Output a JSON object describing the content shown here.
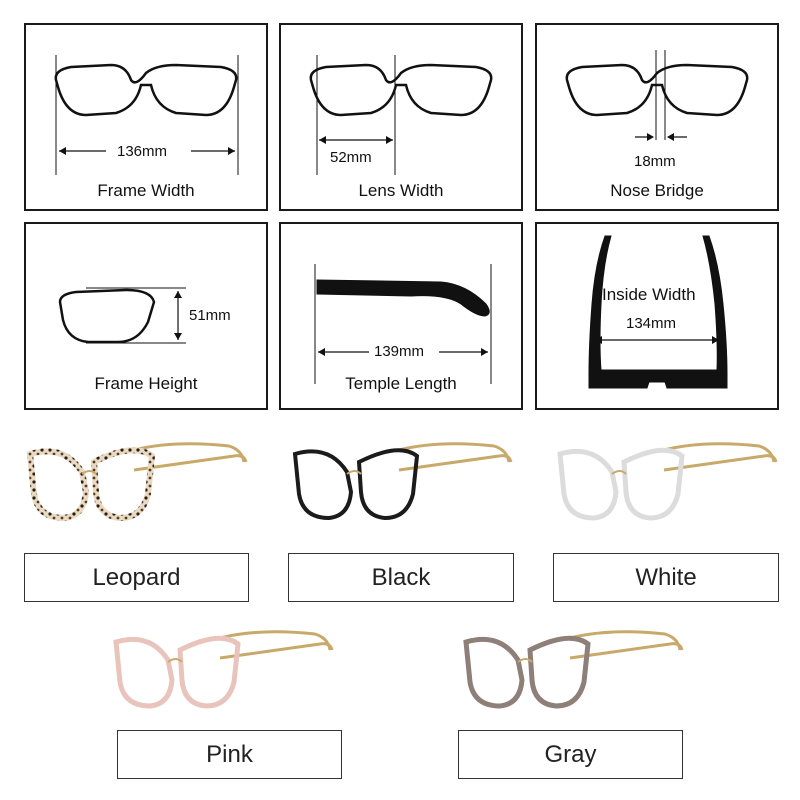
{
  "measurements": {
    "frame_width": {
      "label": "Frame Width",
      "value": "136mm"
    },
    "lens_width": {
      "label": "Lens Width",
      "value": "52mm"
    },
    "nose_bridge": {
      "label": "Nose Bridge",
      "value": "18mm"
    },
    "frame_height": {
      "label": "Frame Height",
      "value": "51mm"
    },
    "temple_length": {
      "label": "Temple Length",
      "value": "139mm"
    },
    "inside_width": {
      "label": "Inside Width",
      "value": "134mm"
    }
  },
  "colors": [
    {
      "label": "Leopard",
      "rim": "#3a2a1e",
      "accent": "#e8d9c3"
    },
    {
      "label": "Black",
      "rim": "#1b1b1b",
      "accent": "#1b1b1b"
    },
    {
      "label": "White",
      "rim": "#eeeeee",
      "accent": "#d9d9d9"
    },
    {
      "label": "Pink",
      "rim": "#e8c4bc",
      "accent": "#e8c4bc"
    },
    {
      "label": "Gray",
      "rim": "#8e7f78",
      "accent": "#8e7f78"
    }
  ],
  "icons": {
    "gold": "#c9a96a"
  }
}
